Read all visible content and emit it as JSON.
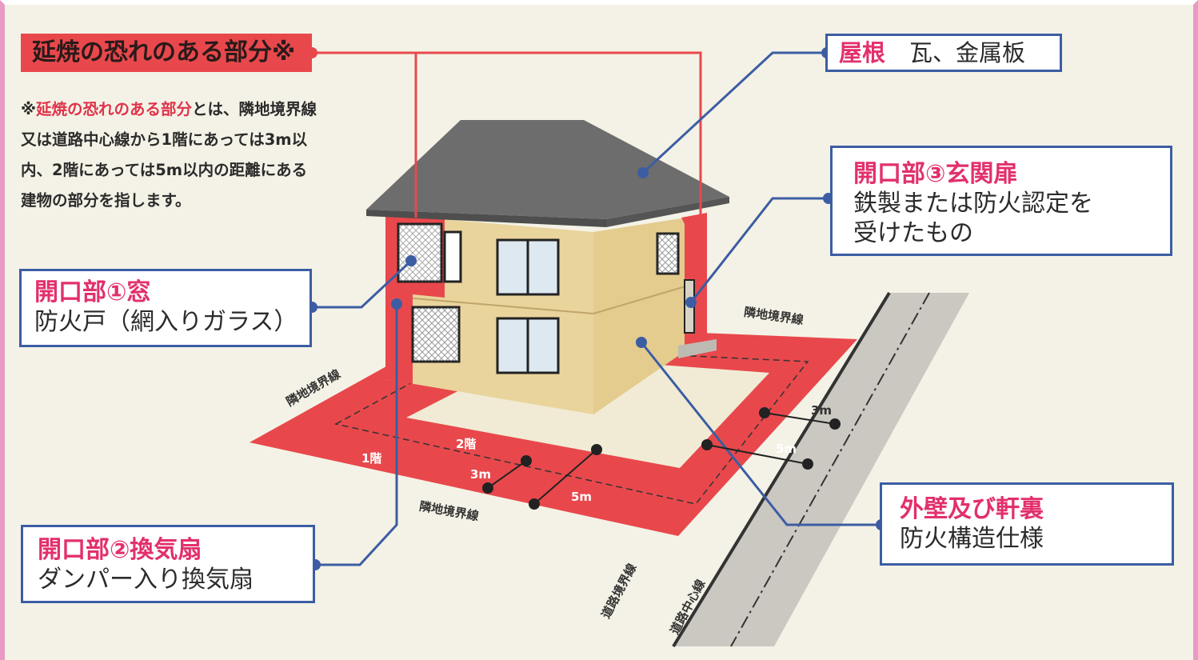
{
  "header_label": "延焼の恐れのある部分※",
  "note": {
    "prefix": "※",
    "highlight": "延焼の恐れのある部分",
    "body": "とは、隣地境界線又は道路中心線から1階にあっては3m以内、2階にあっては5m以内の距離にある建物の部分を指します。"
  },
  "callouts": {
    "roof": {
      "title": "屋根",
      "text": "瓦、金属板"
    },
    "door": {
      "title": "開口部③玄関扉",
      "line1": "鉄製または防火認定を",
      "line2": "受けたもの"
    },
    "window": {
      "title": "開口部①窓",
      "text": "防火戸（網入りガラス）"
    },
    "fan": {
      "title": "開口部②換気扇",
      "text": "ダンパー入り換気扇"
    },
    "wall": {
      "title": "外壁及び軒裏",
      "text": "防火構造仕様"
    }
  },
  "diagram_labels": {
    "boundary_right": "隣地境界線",
    "boundary_left": "隣地境界線",
    "boundary_front": "隣地境界線",
    "road_boundary": "道路境界線",
    "road_center": "道路中心線",
    "floor1": "1階",
    "floor2": "2階",
    "dist_3m_front": "3m",
    "dist_5m_front": "5m",
    "dist_3m_side": "3m",
    "dist_5m_side": "5m"
  },
  "colors": {
    "zone_red": "#e8484c",
    "callout_blue": "#3c5da3",
    "title_pink": "#e2306d",
    "wall_tan": "#e9d49c",
    "roof_gray": "#6d6d6d"
  }
}
